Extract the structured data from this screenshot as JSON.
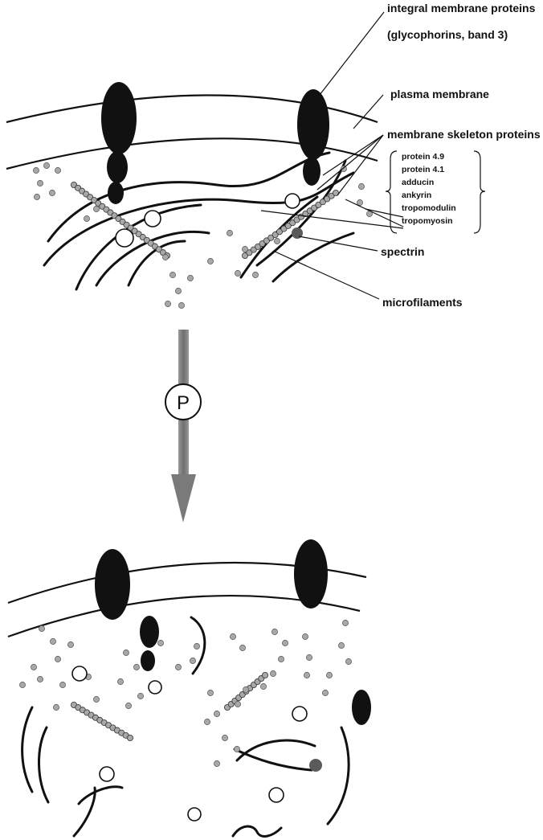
{
  "labels": {
    "integral_line1": "integral membrane proteins",
    "integral_line2": "(glycophorins, band 3)",
    "plasma_membrane": "plasma membrane",
    "membrane_skeleton": "membrane skeleton proteins",
    "skeleton_list": [
      "protein 4.9",
      "protein 4.1",
      "adducin",
      "ankyrin",
      "tropomodulin",
      "tropomyosin"
    ],
    "spectrin": "spectrin",
    "microfilaments": "microfilaments",
    "phosphorylation": "P"
  },
  "colors": {
    "ink": "#111111",
    "protein_dot": "#a8a8a8",
    "arrow": "#7a7a7a",
    "dark_protein": "#5a5a5a"
  }
}
